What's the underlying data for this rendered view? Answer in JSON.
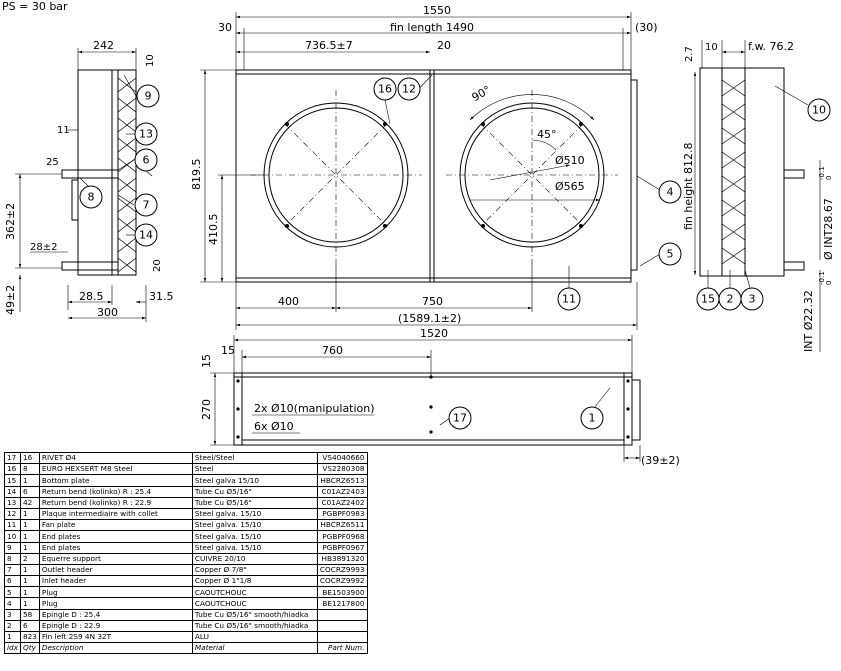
{
  "header": {
    "pressure": "PS = 30 bar"
  },
  "dims": {
    "d1550": "1550",
    "d30a": "30",
    "fin_length": "fin length 1490",
    "d30b": "(30)",
    "d736": "736.5±7",
    "d20top": "20",
    "d242": "242",
    "d10side": "10",
    "d11": "11",
    "d25": "25",
    "d362": "362±2",
    "d28": "28±2",
    "d20side": "20",
    "d49": "49±2",
    "d28_5": "28.5",
    "d31_5": "31.5",
    "d300": "300",
    "d819": "819.5",
    "d410": "410.5",
    "d400": "400",
    "d750": "750",
    "d1589": "(1589.1±2)",
    "deg90": "90°",
    "deg45": "45°",
    "dia510": "Ø510",
    "dia565": "Ø565",
    "d2_7": "2.7",
    "d10r": "10",
    "fw": "f.w. 76.2",
    "fin_height": "fin height 812.8",
    "int28": "Ø INT28.67",
    "int28tol": "-0.1",
    "int28tol2": "0",
    "int22": "INT Ø22.32",
    "int22tol": "-0.1",
    "int22tol2": "0",
    "d1520": "1520",
    "d15a": "15",
    "d15b": "15",
    "d760": "760",
    "d270": "270",
    "manip": "2x  Ø10(manipulation)",
    "holes": "6x  Ø10",
    "d39": "(39±2)"
  },
  "callouts": [
    "9",
    "13",
    "6",
    "8",
    "7",
    "14",
    "16",
    "12",
    "4",
    "5",
    "11",
    "10",
    "15",
    "2",
    "3",
    "1",
    "17"
  ],
  "bom": {
    "header": [
      "idx",
      "Qty",
      "Description",
      "Material",
      "Part Num."
    ],
    "rows": [
      [
        "17",
        "16",
        "RIVET Ø4",
        "Steel/Steel",
        "VS4040660"
      ],
      [
        "16",
        "8",
        "EURO HEXSERT M8 Steel",
        "Steel",
        "VS2280308"
      ],
      [
        "15",
        "1",
        "Bottom plate",
        "Steel galva 15/10",
        "HBCRZ6513"
      ],
      [
        "14",
        "6",
        "Return bend (kolinko) R : 25.4",
        "Tube Cu Ø5/16\"",
        "C01AZ2403"
      ],
      [
        "13",
        "42",
        "Return bend (kolinko) R : 22.9",
        "Tube Cu Ø5/16\"",
        "C01AZ2402"
      ],
      [
        "12",
        "1",
        "Plaque intermediaire with collet",
        "Steel galva. 15/10",
        "PGBPF0983"
      ],
      [
        "11",
        "1",
        "Fan plate",
        "Steel galva. 15/10",
        "HBCRZ6511"
      ],
      [
        "10",
        "1",
        "End plates",
        "Steel galva. 15/10",
        "PGBPF0968"
      ],
      [
        "9",
        "1",
        "End plates",
        "Steel galva. 15/10",
        "PGBPF0967"
      ],
      [
        "8",
        "2",
        "Equerre support",
        "CUIVRE 20/10",
        "HB3891320"
      ],
      [
        "7",
        "1",
        "Outlet header",
        "Copper Ø 7/8\"",
        "COCRZ9993"
      ],
      [
        "6",
        "1",
        "Inlet header",
        "Copper Ø 1\"1/8",
        "COCRZ9992"
      ],
      [
        "5",
        "1",
        "Plug",
        "CAOUTCHOUC",
        "BE1503900"
      ],
      [
        "4",
        "1",
        "Plug",
        "CAOUTCHOUC",
        "BE1217800"
      ],
      [
        "3",
        "58",
        "Epingle D : 25.4",
        "Tube Cu Ø5/16\" smooth/hiadka",
        ""
      ],
      [
        "2",
        "6",
        "Epingle D : 22.9",
        "Tube Cu Ø5/16\" smooth/hiadka",
        ""
      ],
      [
        "1",
        "823",
        "Fin left 2S9 4N 32T",
        "ALU",
        ""
      ]
    ]
  }
}
